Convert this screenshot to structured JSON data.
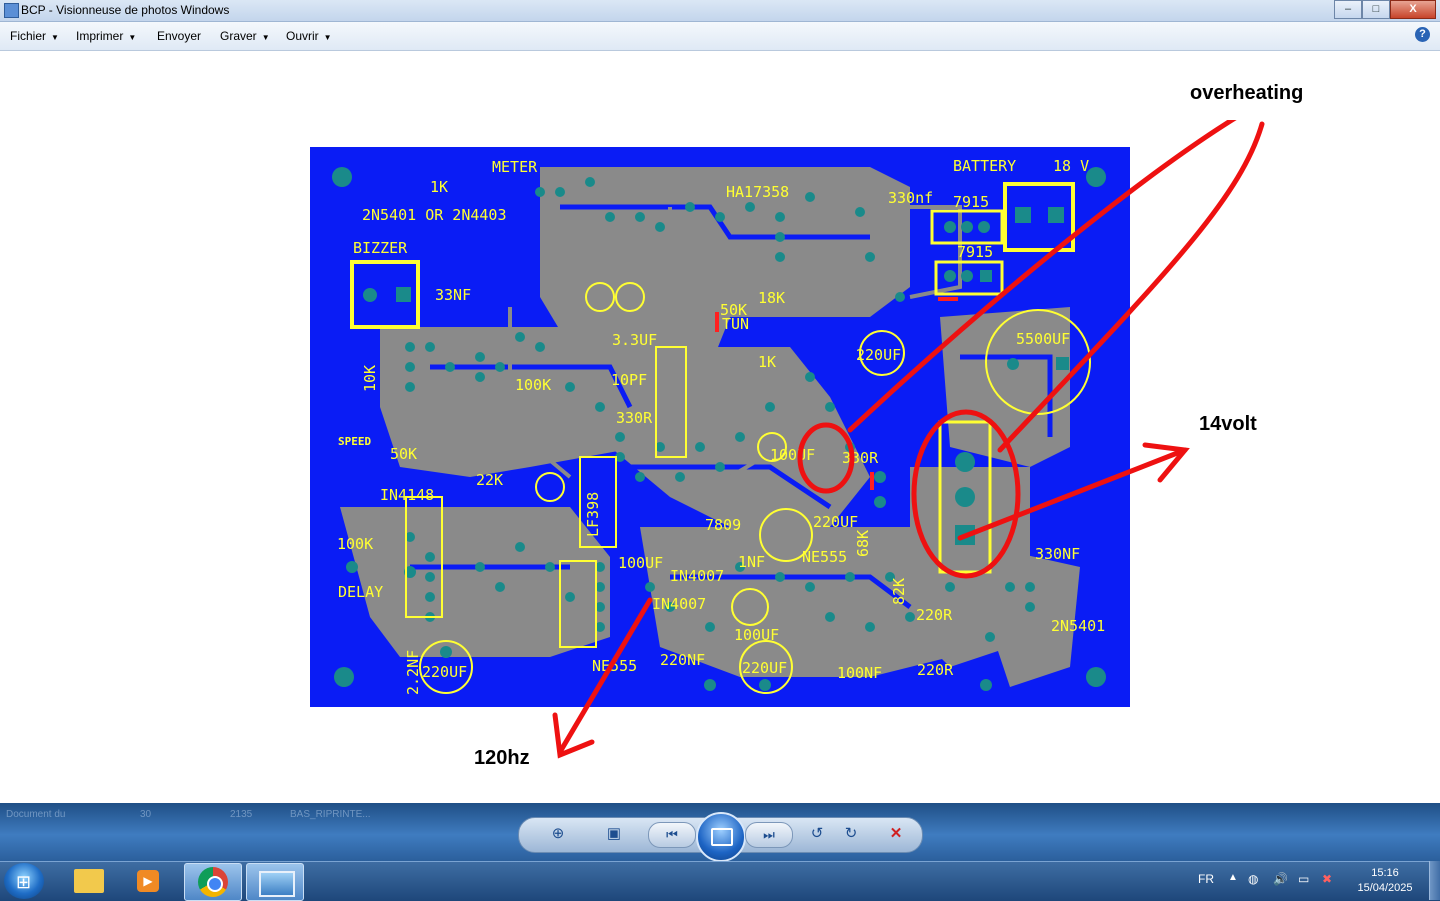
{
  "window": {
    "title": "BCP - Visionneuse de photos Windows",
    "buttons": {
      "minimize": "–",
      "maximize": "□",
      "close": "X"
    }
  },
  "menubar": {
    "items": [
      {
        "label": "Fichier",
        "dropdown": true
      },
      {
        "label": "Imprimer",
        "dropdown": true
      },
      {
        "label": "Envoyer",
        "dropdown": false
      },
      {
        "label": "Graver",
        "dropdown": true
      },
      {
        "label": "Ouvrir",
        "dropdown": true
      }
    ],
    "help": "?"
  },
  "image": {
    "annotations": {
      "overheating": "overheating",
      "voltage": "14volt",
      "frequency": "120hz"
    },
    "pcb": {
      "board_color": "#0a1cf5",
      "copper_color": "#8a8a8a",
      "silk_color": "#ffff33",
      "labels": {
        "meter": "METER",
        "battery": "BATTERY",
        "battery_v": "18 V",
        "bizzer": "BIZZER",
        "transistor": "2N5401 OR 2N4403",
        "speed": "SPEED",
        "delay": "DELAY",
        "pot_50k": "50K",
        "pot_50k_tun": "50K",
        "tun": "TUN",
        "ic_ha": "HA17358",
        "reg1": "7915",
        "reg2": "7915",
        "cap_5500": "5500UF",
        "cap_330nf_top": "330nf",
        "r_1k_top": "1K",
        "r_18k": "18K",
        "c_33nf": "33NF",
        "c_3_3uf": "3.3UF",
        "c_10pf": "10PF",
        "r_330r": "330R",
        "r_100k": "100K",
        "c_220uf_a": "220UF",
        "c_220uf_b": "220UF",
        "c_220uf_c": "220UF",
        "c_220uf_d": "220UF",
        "c_100uf_a": "100UF",
        "c_100uf_b": "100UF",
        "c_100uf_c": "100UF",
        "ic_7809": "7809",
        "ic_ne555_a": "NE555",
        "ic_ne555_b": "NE555",
        "d_in4007_a": "IN4007",
        "d_in4007_b": "IN4007",
        "c_330nf_right": "330NF",
        "q_2n5401": "2N5401",
        "r_220r_a": "220R",
        "r_220r_b": "220R",
        "r_82k": "82K",
        "r_68k": "68K",
        "c_100nf": "100NF",
        "c_220nf": "220NF",
        "c_2_2nf": "2.2NF",
        "r_100k_b": "100K",
        "d_in4148": "IN4148",
        "ic_lf398": "LF398",
        "r_10k": "10K",
        "r_22k": "22K",
        "r_330r_b": "330R",
        "c_1nf": "1NF",
        "r_1k": "1K"
      }
    }
  },
  "navbar": {
    "blurred_texts": [
      "Document du",
      "30",
      "2135",
      "BAS_RIPRINTE..."
    ],
    "buttons": [
      "zoom",
      "actual-size",
      "previous",
      "slideshow",
      "next",
      "rotate-left",
      "rotate-right",
      "delete"
    ]
  },
  "taskbar": {
    "apps": [
      "windows-explorer",
      "media-player",
      "chrome",
      "photo-viewer"
    ],
    "language": "FR",
    "time": "15:16",
    "date": "15/04/2025"
  }
}
